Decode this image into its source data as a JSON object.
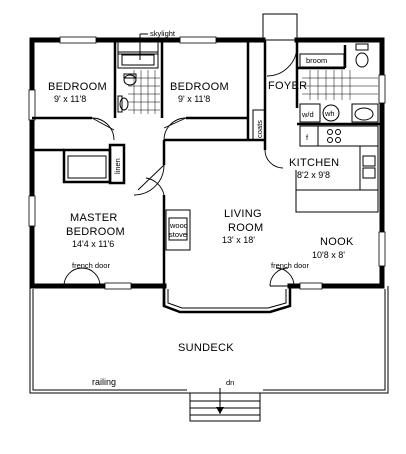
{
  "plan": {
    "rooms": {
      "bedroom_1": {
        "name": "BEDROOM",
        "size": "9' x 11'8"
      },
      "bedroom_2": {
        "name": "BEDROOM",
        "size": "9' x 11'8"
      },
      "master": {
        "name_line1": "MASTER",
        "name_line2": "BEDROOM",
        "size": "14'4 x 11'6"
      },
      "living": {
        "name_line1": "LIVING",
        "name_line2": "ROOM",
        "size": "13' x 18'"
      },
      "kitchen": {
        "name": "KITCHEN",
        "size": "8'2 x 9'8"
      },
      "nook": {
        "name": "NOOK",
        "size": "10'8 x 8'"
      },
      "foyer": {
        "name": "FOYER"
      },
      "sundeck": {
        "name": "SUNDECK"
      }
    },
    "labels": {
      "skylight": "skylight",
      "broom": "broom",
      "coats": "coats",
      "linen": "linen",
      "wd": "w/d",
      "wh": "wh",
      "f": "f",
      "wood_stove_1": "wood",
      "wood_stove_2": "stove",
      "french_door_master": "french door",
      "french_door_living": "french door",
      "railing": "railing",
      "dn": "dn"
    }
  }
}
